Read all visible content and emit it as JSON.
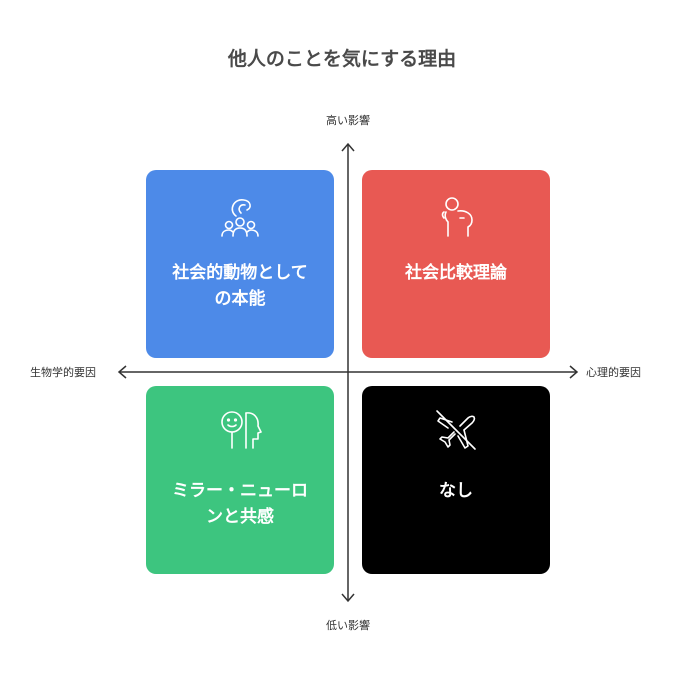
{
  "title": "他人のことを気にする理由",
  "axes": {
    "top": "高い影響",
    "bottom": "低い影響",
    "left": "生物学的要因",
    "right": "心理的要因"
  },
  "quadrants": {
    "top_left": {
      "label_line1": "社会的動物として",
      "label_line2": "の本能",
      "icon": "group-people-icon",
      "color": "#4d8ae8"
    },
    "top_right": {
      "label_line1": "社会比較理論",
      "label_line2": "",
      "icon": "person-thinking-icon",
      "color": "#e85953"
    },
    "bottom_left": {
      "label_line1": "ミラー・ニューロ",
      "label_line2": "ンと共感",
      "icon": "mirror-faces-icon",
      "color": "#3dc57f"
    },
    "bottom_right": {
      "label_line1": "なし",
      "label_line2": "",
      "icon": "plane-off-icon",
      "color": "#000000"
    }
  }
}
